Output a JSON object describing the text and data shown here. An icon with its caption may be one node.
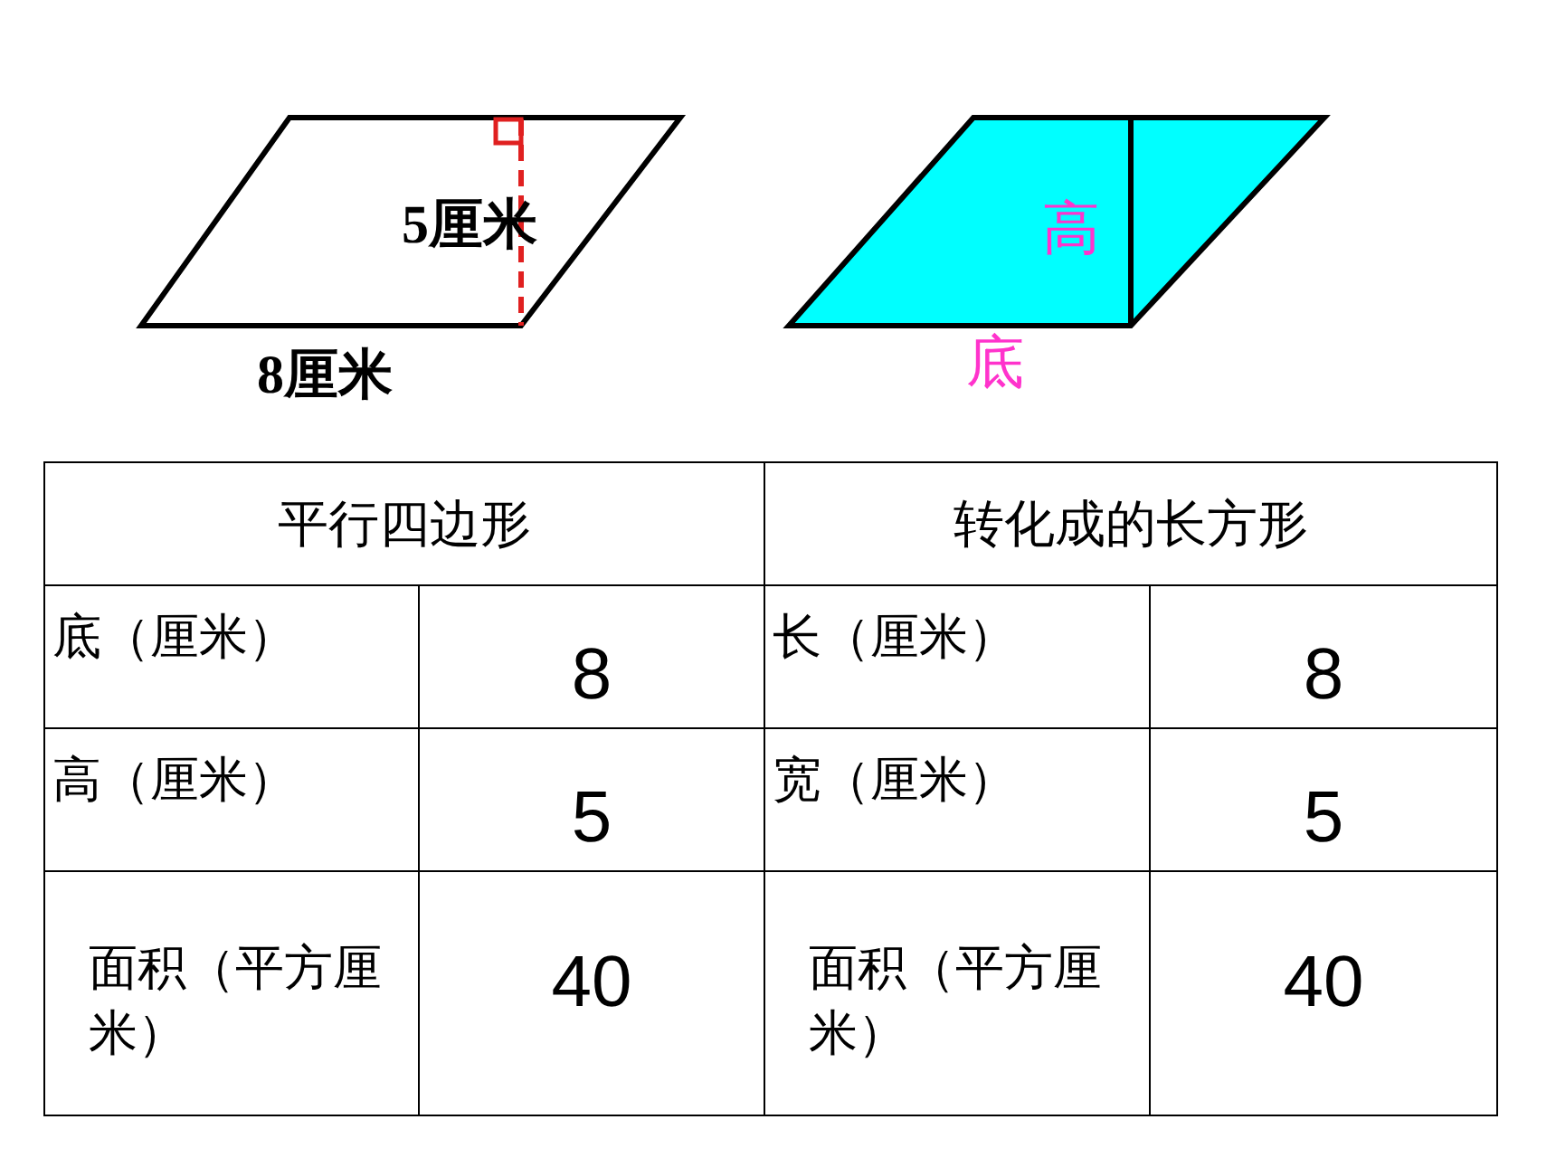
{
  "diagram": {
    "labels": [
      "5厘米",
      "8厘米",
      "高",
      "底",
      "平行四边形",
      "转化成的长方形",
      "底（厘米）",
      "8",
      "长（厘米）",
      "8",
      "高（厘米）",
      "5",
      "宽（厘米）",
      "5",
      "面积（平方厘米）",
      "40",
      "面积（平方厘米）",
      "40"
    ]
  }
}
